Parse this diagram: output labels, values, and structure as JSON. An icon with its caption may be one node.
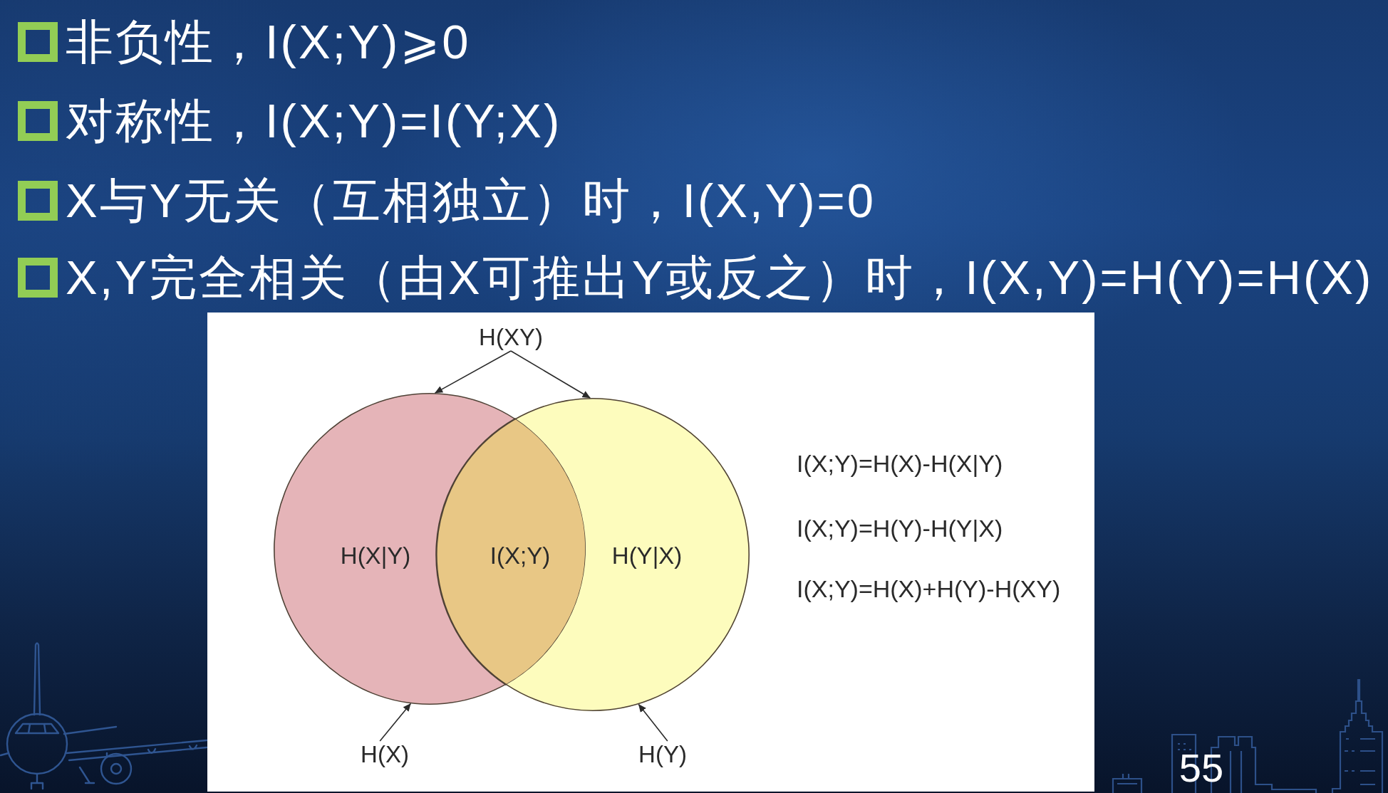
{
  "diagram": {
    "nodes": [
      {
        "text": [
          "H(XY)"
        ]
      },
      {
        "text": [
          "H(X|Y)"
        ]
      },
      {
        "text": [
          "H(Y|X)"
        ]
      },
      {
        "text": [
          "H(X)"
        ]
      },
      {
        "text": [
          "H(Y)"
        ]
      }
    ],
    "edges": [
      {
        "from": 0,
        "to": 1,
        "arrow": "to"
      },
      {
        "from": 0,
        "to": 2,
        "arrow": "to"
      },
      {
        "from": 3,
        "to": 1,
        "arrow": "to"
      },
      {
        "from": 4,
        "to": 2,
        "arrow": "to"
      }
    ],
    "labels": [
      "非负性，I(X;Y)⩾0",
      "对称性，I(X;Y)=I(Y;X)",
      "X与Y无关（互相独立）时，I(X,Y)=0",
      "X,Y完全相关（由X可推出Y或反之）时，I(X,Y)=H(Y)=H(X)",
      "I(X;Y)",
      "I(X;Y)=H(X)-H(X|Y)",
      "I(X;Y)=H(Y)-H(Y|X)",
      "I(X;Y)=H(X)+H(Y)-H(XY)",
      "55"
    ]
  }
}
